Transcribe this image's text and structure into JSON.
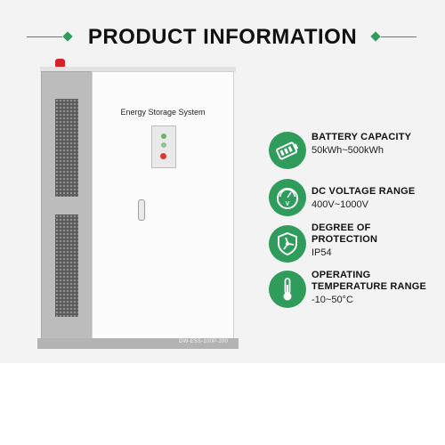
{
  "header": {
    "title": "PRODUCT INFORMATION"
  },
  "colors": {
    "accent": "#2e9c5a",
    "alarm": "#d8222a"
  },
  "cabinet": {
    "label": "Energy Storage System",
    "model": "DW-ESS-100P-200"
  },
  "features": [
    {
      "title": "BATTERY CAPACITY",
      "value": "50kWh~500kWh",
      "icon": "battery-icon"
    },
    {
      "title": "DC VOLTAGE RANGE",
      "value": "400V~1000V",
      "icon": "voltmeter-icon"
    },
    {
      "title_line1": "DEGREE OF",
      "title_line2": "PROTECTION",
      "value": "IP54",
      "icon": "shield-icon"
    },
    {
      "title_line1": "OPERATING",
      "title_line2": "TEMPERATURE RANGE",
      "value": "-10~50°C",
      "icon": "thermometer-icon"
    }
  ]
}
